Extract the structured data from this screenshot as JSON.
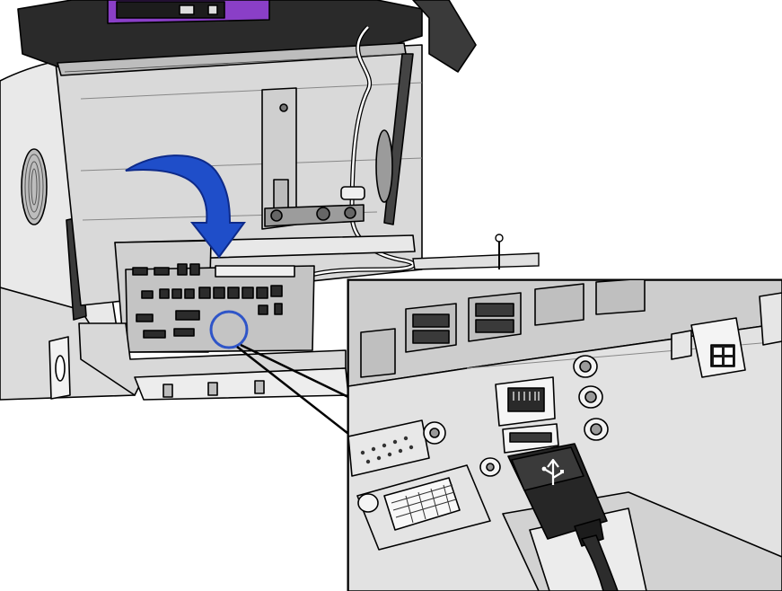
{
  "figure": {
    "description_type": "technical-line-illustration",
    "accent_colors": {
      "arrow_fill": "#1f4ec9",
      "arrow_stroke": "#0d2a8a",
      "callout_circle": "#2f55c8",
      "display_frame": "#8a3fc7",
      "line": "#000000",
      "panel_light": "#e6e6e6",
      "panel_mid": "#cfcfcf",
      "panel_dark": "#2b2b2b"
    },
    "icons": {
      "usb_symbol": "usb-icon",
      "ethernet_port": "rj45-port",
      "indicator": "blue-insertion-arrow"
    }
  }
}
